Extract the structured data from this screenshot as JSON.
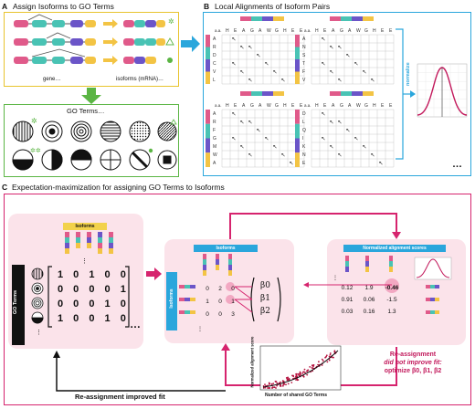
{
  "panel_a": {
    "label": "A",
    "title": "Assign Isoforms to GO Terms",
    "gene_label": "gene…",
    "isoform_label": "isoforms (mRNA)…",
    "go_box_title": "GO Terms…"
  },
  "panel_b": {
    "label": "B",
    "title": "Local Alignments of Isoform Pairs",
    "aa_label": "a.a.",
    "top_sequence": [
      "H",
      "E",
      "A",
      "G",
      "A",
      "W",
      "G",
      "H",
      "E",
      "E"
    ],
    "left_seqs": [
      [
        "A",
        "R",
        "D",
        "C",
        "V",
        "L"
      ],
      [
        "A",
        "N",
        "S",
        "T",
        "F",
        "V"
      ],
      [
        "A",
        "R",
        "F",
        "G",
        "M",
        "W",
        "A"
      ],
      [
        "D",
        "L",
        "Q",
        "I",
        "K",
        "N",
        "E"
      ]
    ],
    "normalize_label": "normalize",
    "more": "…"
  },
  "panel_c": {
    "label": "C",
    "title": "Expectation-maximization for assigning GO Terms to Isoforms",
    "isoforms_header": "Isoforms",
    "go_terms_label": "GO Terms",
    "matrix_rows": [
      "1 0 1 0 0",
      "0 0 0 0 1",
      "0 0 0 1 0",
      "1 0 0 1 0"
    ],
    "middle_header": "Isoforms",
    "middle_side": "Isoforms",
    "middle_rows": [
      [
        "0",
        "2",
        "0"
      ],
      [
        "1",
        "0",
        "1"
      ],
      [
        "0",
        "0",
        "3"
      ]
    ],
    "betas": [
      "β0",
      "β1",
      "β2"
    ],
    "score_header": "Normalized alignment scores",
    "score_rows": [
      [
        "0.12",
        "1.9",
        "-0.46"
      ],
      [
        "0.91",
        "0.06",
        "-1.5"
      ],
      [
        "0.03",
        "0.16",
        "1.3"
      ]
    ],
    "scatter_ylabel": "Normalized alignment score",
    "scatter_xlabel": "Number of shared GO Terms",
    "reassign_line1": "Re-assignment",
    "reassign_line2": "did not improve fit:",
    "reassign_line3": "optimize β0, β1, β2",
    "improved": "Re-assignment improved fit",
    "dots": "…"
  },
  "colors": {
    "yellow_border": "#e8c42e",
    "green": "#5bb544",
    "blue": "#2aa6dc",
    "magenta": "#d6246e",
    "panel_pink": "#fbe3ea",
    "exon_pink": "#e05a8a",
    "exon_teal": "#49c3b4",
    "exon_purple": "#6b55c8",
    "exon_yellow": "#f3c444"
  }
}
